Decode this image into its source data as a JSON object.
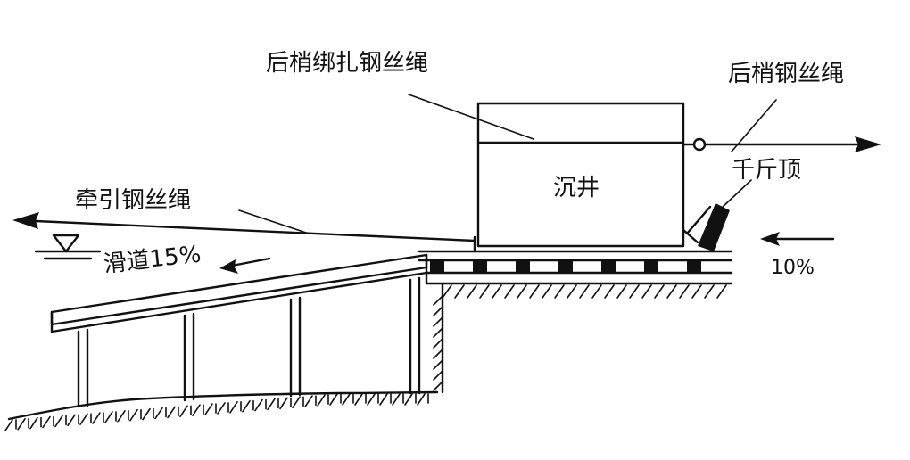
{
  "labels": {
    "rear_tie_rope": "后梢绑扎钢丝绳",
    "rear_rope": "后梢钢丝绳",
    "caisson": "沉井",
    "jack": "千斤顶",
    "traction_rope": "牵引钢丝绳",
    "slideway": "滑道15%",
    "ground_slope": "10%"
  },
  "symbols": {
    "water_level": "water-level-symbol"
  }
}
